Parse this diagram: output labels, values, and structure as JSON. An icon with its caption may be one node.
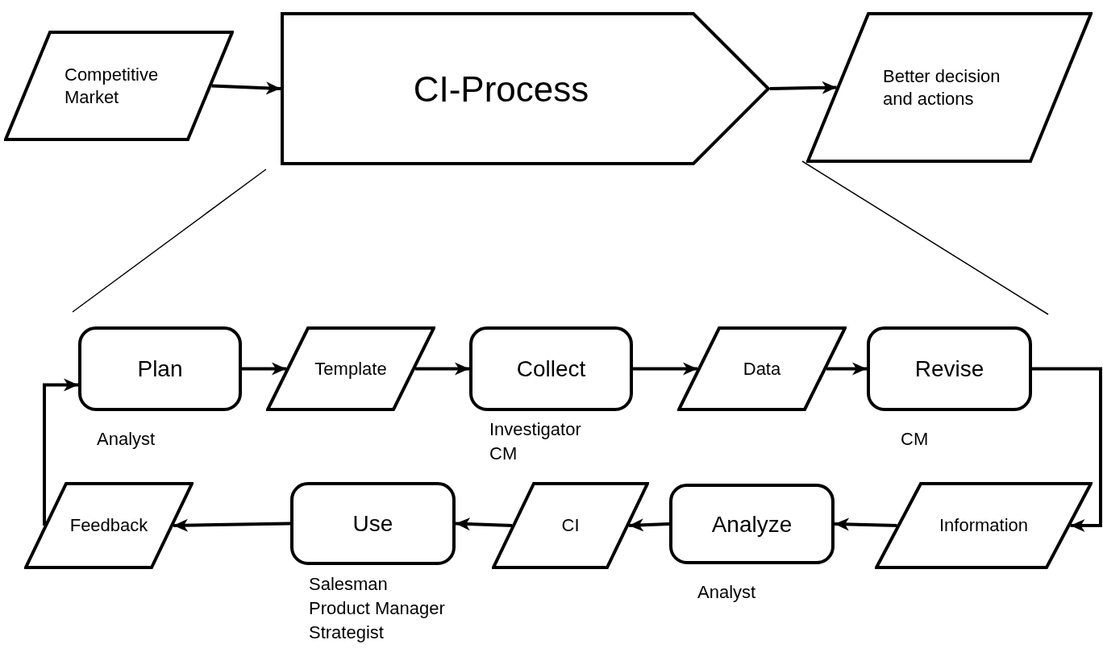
{
  "diagram": {
    "nodes": [
      {
        "text": [
          "Competitive Market"
        ]
      },
      {
        "text": [
          "CI-Process"
        ]
      },
      {
        "text": [
          "Better decision and actions"
        ]
      },
      {
        "text": [
          "Plan"
        ],
        "beside": [
          "Analyst"
        ]
      },
      {
        "text": [
          "Template"
        ]
      },
      {
        "text": [
          "Collect"
        ],
        "beside": [
          "Investigator CM"
        ]
      },
      {
        "text": [
          "Data"
        ]
      },
      {
        "text": [
          "Revise"
        ],
        "beside": [
          "CM"
        ]
      },
      {
        "text": [
          "Information"
        ]
      },
      {
        "text": [
          "Analyze"
        ],
        "beside": [
          "Analyst"
        ]
      },
      {
        "text": [
          "CI"
        ]
      },
      {
        "text": [
          "Use"
        ],
        "beside": [
          "Salesman",
          "Product Manager",
          "Strategist"
        ]
      },
      {
        "text": [
          "Feedback"
        ]
      }
    ],
    "edges": [
      {
        "from": 0,
        "to": 1,
        "arrow": "to"
      },
      {
        "from": 1,
        "to": 2,
        "arrow": "to"
      },
      {
        "from": 3,
        "to": 4,
        "arrow": "to"
      },
      {
        "from": 4,
        "to": 5,
        "arrow": "to"
      },
      {
        "from": 5,
        "to": 6,
        "arrow": "to"
      },
      {
        "from": 6,
        "to": 7,
        "arrow": "to"
      },
      {
        "from": 7,
        "to": 8,
        "arrow": "to"
      },
      {
        "from": 8,
        "to": 9,
        "arrow": "to"
      },
      {
        "from": 9,
        "to": 10,
        "arrow": "to"
      },
      {
        "from": 10,
        "to": 11,
        "arrow": "to"
      },
      {
        "from": 11,
        "to": 12,
        "arrow": "to"
      },
      {
        "from": 12,
        "to": 3,
        "arrow": "to"
      }
    ]
  }
}
